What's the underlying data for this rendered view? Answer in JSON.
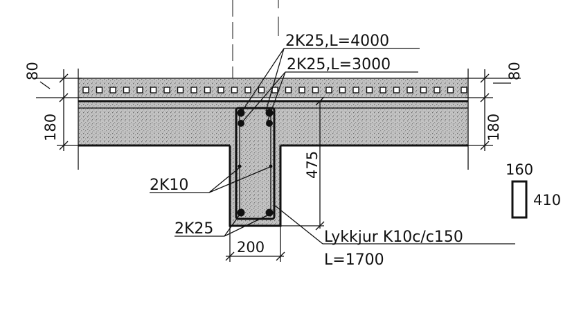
{
  "labels": {
    "top_rebar_long": "2K25,L=4000",
    "top_rebar_short": "2K25,L=3000",
    "side_rebar": "2K10",
    "bottom_rebar": "2K25",
    "stirrup": "Lykkjur K10c/c150",
    "stirrup_length": "L=1700"
  },
  "dimensions": {
    "topping_left": "80",
    "topping_right": "80",
    "slab_left": "180",
    "slab_right": "180",
    "beam_depth": "475",
    "beam_width": "200",
    "section_width": "160",
    "section_height": "410"
  },
  "colors": {
    "line": "#111111",
    "concrete_fill": "#bdbdbd",
    "background": "#ffffff"
  }
}
